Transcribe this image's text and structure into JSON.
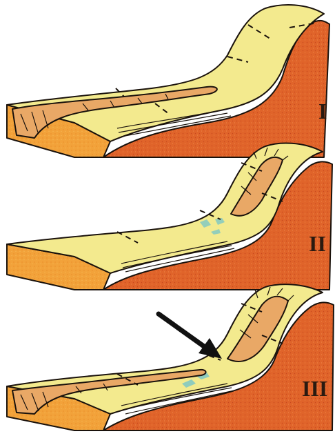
{
  "colors": {
    "surface": "#f3ea8e",
    "block_side": "#f2a23a",
    "hillside": "#e0642a",
    "bedrock_dark": "#c8481e",
    "gully_fill": "#e9a866",
    "water": "#7cc7c6",
    "outline": "#1a120c",
    "arrow": "#111111"
  },
  "panels": [
    {
      "id": "stage-1",
      "label": "I",
      "features": [
        "gully-in-valley-floor"
      ]
    },
    {
      "id": "stage-2",
      "label": "II",
      "features": [
        "headwater-gully",
        "ponded-water"
      ]
    },
    {
      "id": "stage-3",
      "label": "III",
      "features": [
        "headwater-gully",
        "ponded-water",
        "gully-in-valley-floor",
        "arrow"
      ]
    }
  ]
}
